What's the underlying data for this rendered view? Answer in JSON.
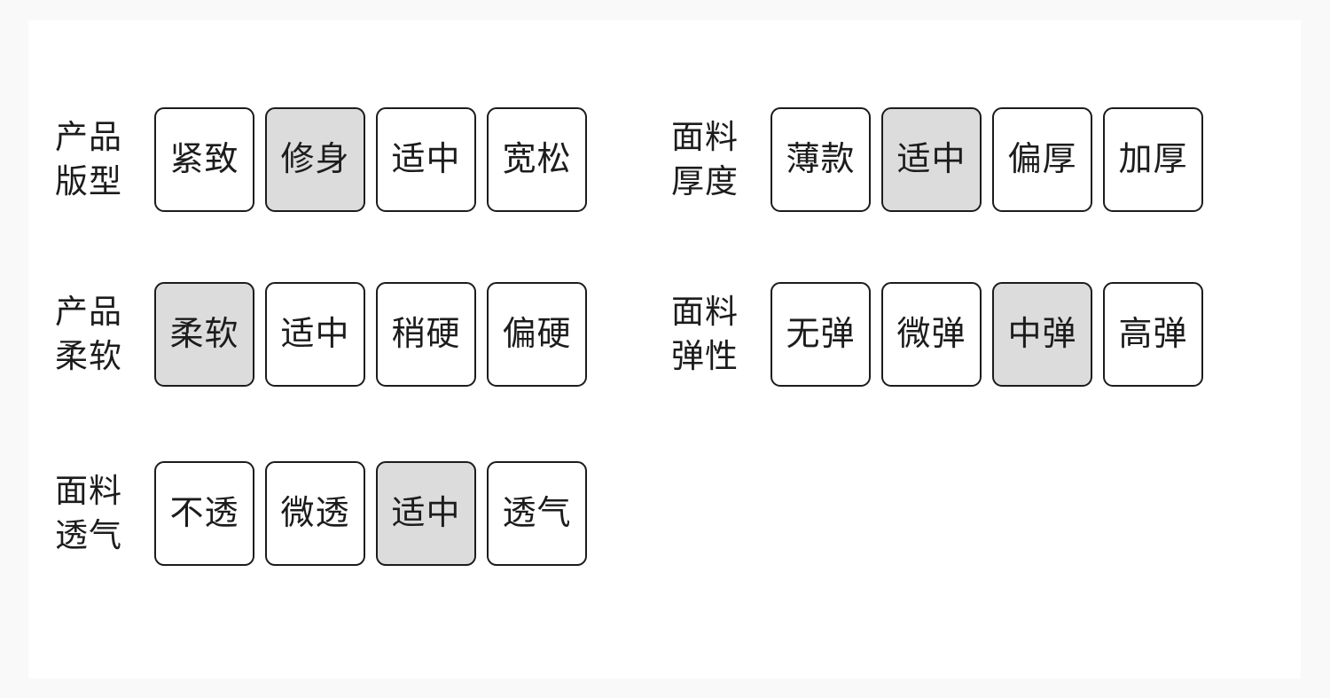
{
  "page": {
    "background": "#f9f9f9",
    "card_background": "#ffffff",
    "border_color": "#1c1c1c",
    "selected_background": "#dcdcdc",
    "text_color": "#1c1c1c"
  },
  "columns": [
    {
      "name": "left",
      "groups": [
        {
          "label": "产品\n版型",
          "label_plain": "产品版型",
          "selected_index": 1,
          "options": [
            {
              "label": "紧致",
              "selected": false
            },
            {
              "label": "修身",
              "selected": true
            },
            {
              "label": "适中",
              "selected": false
            },
            {
              "label": "宽松",
              "selected": false
            }
          ]
        },
        {
          "label": "产品\n柔软",
          "label_plain": "产品柔软",
          "selected_index": 0,
          "options": [
            {
              "label": "柔软",
              "selected": true
            },
            {
              "label": "适中",
              "selected": false
            },
            {
              "label": "稍硬",
              "selected": false
            },
            {
              "label": "偏硬",
              "selected": false
            }
          ]
        },
        {
          "label": "面料\n透气",
          "label_plain": "面料透气",
          "selected_index": 2,
          "options": [
            {
              "label": "不透",
              "selected": false
            },
            {
              "label": "微透",
              "selected": false
            },
            {
              "label": "适中",
              "selected": true
            },
            {
              "label": "透气",
              "selected": false
            }
          ]
        }
      ]
    },
    {
      "name": "right",
      "groups": [
        {
          "label": "面料\n厚度",
          "label_plain": "面料厚度",
          "selected_index": 1,
          "options": [
            {
              "label": "薄款",
              "selected": false
            },
            {
              "label": "适中",
              "selected": true
            },
            {
              "label": "偏厚",
              "selected": false
            },
            {
              "label": "加厚",
              "selected": false
            }
          ]
        },
        {
          "label": "面料\n弹性",
          "label_plain": "面料弹性",
          "selected_index": 2,
          "options": [
            {
              "label": "无弹",
              "selected": false
            },
            {
              "label": "微弹",
              "selected": false
            },
            {
              "label": "中弹",
              "selected": true
            },
            {
              "label": "高弹",
              "selected": false
            }
          ]
        }
      ]
    }
  ]
}
